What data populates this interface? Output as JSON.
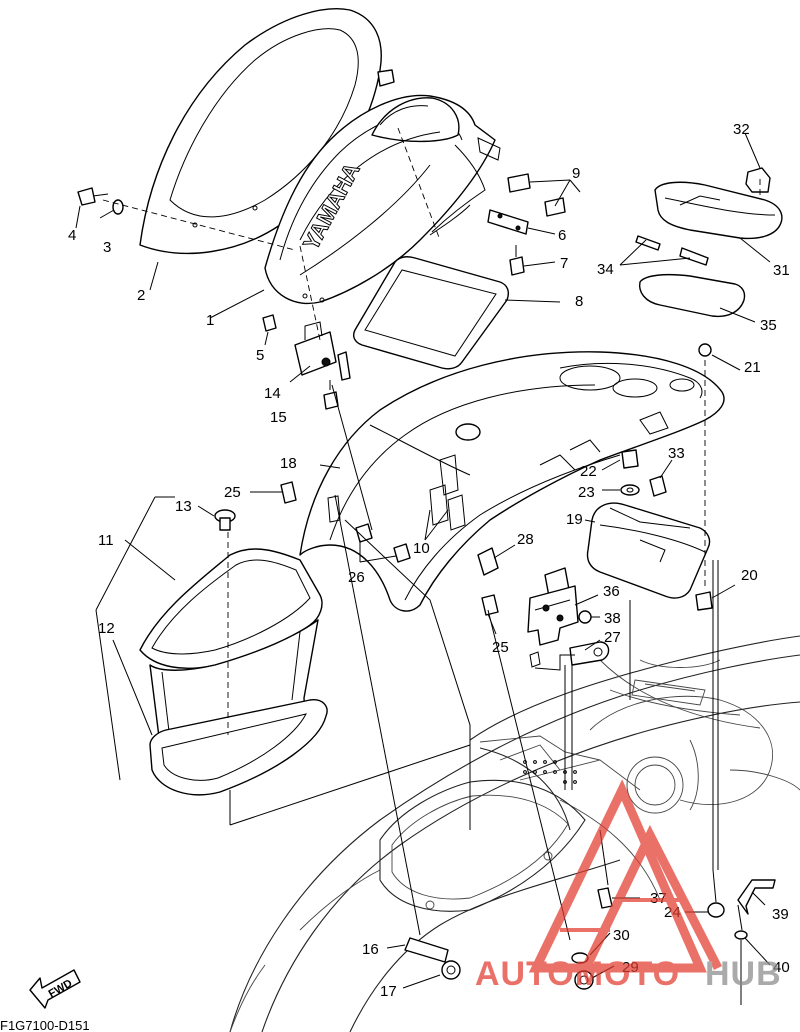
{
  "diagram": {
    "drawing_code": "F1G7100-D151",
    "fwd_label": "FWD",
    "hull_emboss": "YAMAHA",
    "callouts": {
      "c1": "1",
      "c2": "2",
      "c3": "3",
      "c4": "4",
      "c5": "5",
      "c6": "6",
      "c7": "7",
      "c8": "8",
      "c9": "9",
      "c10": "10",
      "c11": "11",
      "c12": "12",
      "c13": "13",
      "c14": "14",
      "c15": "15",
      "c16": "16",
      "c17": "17",
      "c18": "18",
      "c19": "19",
      "c20": "20",
      "c21": "21",
      "c22": "22",
      "c23": "23",
      "c24": "24",
      "c25a": "25",
      "c25b": "25",
      "c26": "26",
      "c27": "27",
      "c28": "28",
      "c29": "29",
      "c30": "30",
      "c31": "31",
      "c32": "32",
      "c33": "33",
      "c34": "34",
      "c35": "35",
      "c36": "36",
      "c37": "37",
      "c38": "38",
      "c39": "39",
      "c40": "40"
    }
  },
  "watermark": {
    "text_a": "AUTOMOTO",
    "text_b": "HUB",
    "color_primary": "#e23b2e",
    "color_secondary": "#8a8a8a"
  }
}
